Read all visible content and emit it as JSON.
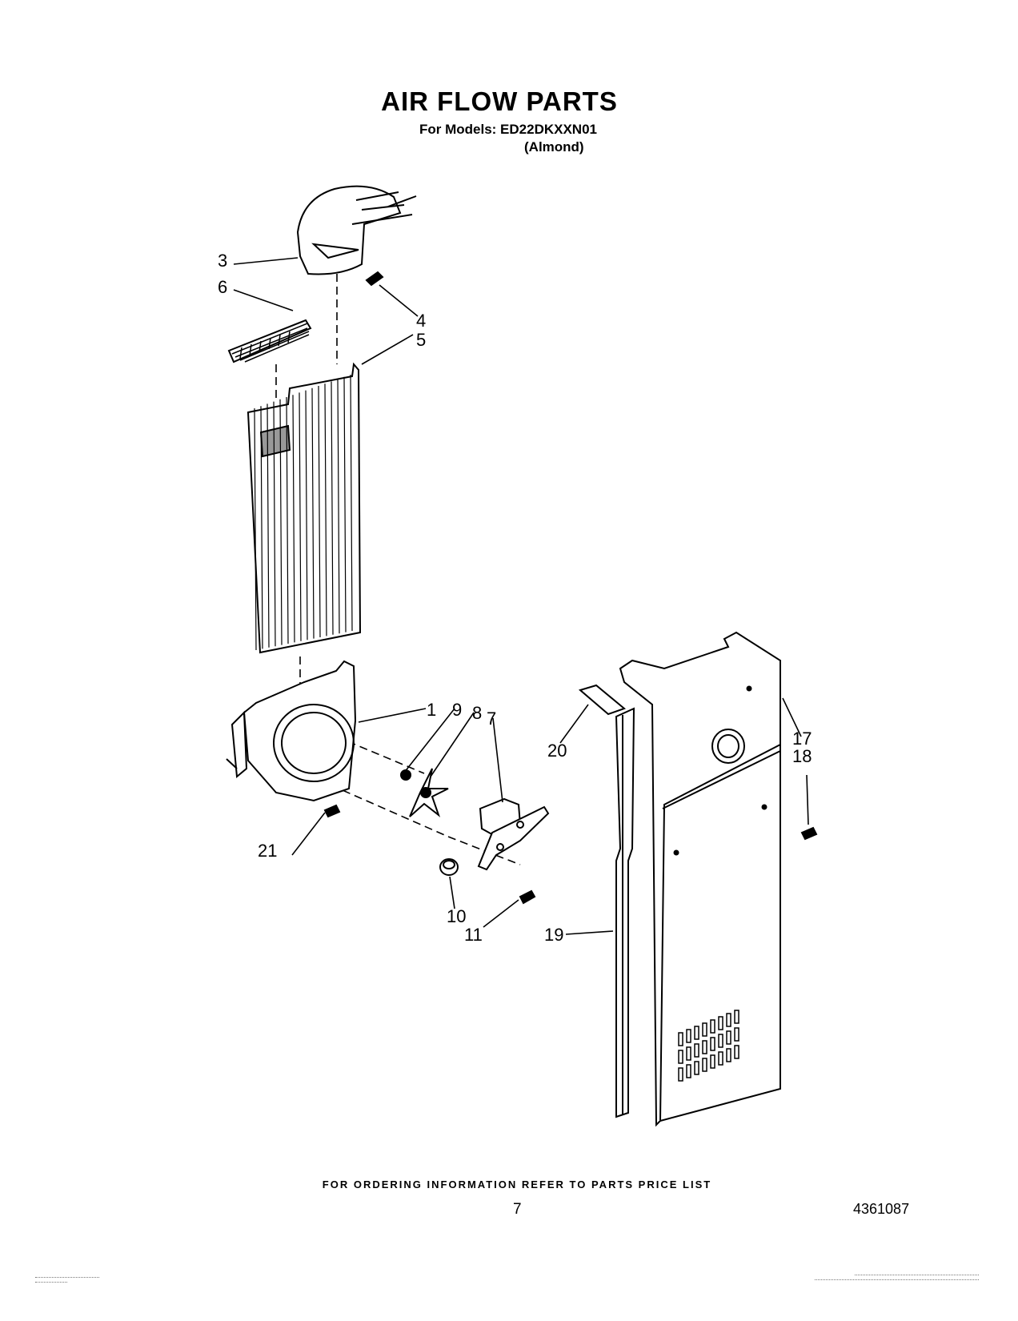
{
  "header": {
    "title": "AIR FLOW PARTS",
    "models": "For Models: ED22DKXXN01",
    "color": "(Almond)"
  },
  "callouts": [
    "3",
    "6",
    "4",
    "5",
    "1",
    "9",
    "8",
    "7",
    "20",
    "17",
    "18",
    "21",
    "10",
    "11",
    "19"
  ],
  "footer": {
    "ordering_note": "FOR ORDERING INFORMATION REFER TO PARTS PRICE LIST",
    "page_number": "7",
    "document_number": "4361087"
  }
}
